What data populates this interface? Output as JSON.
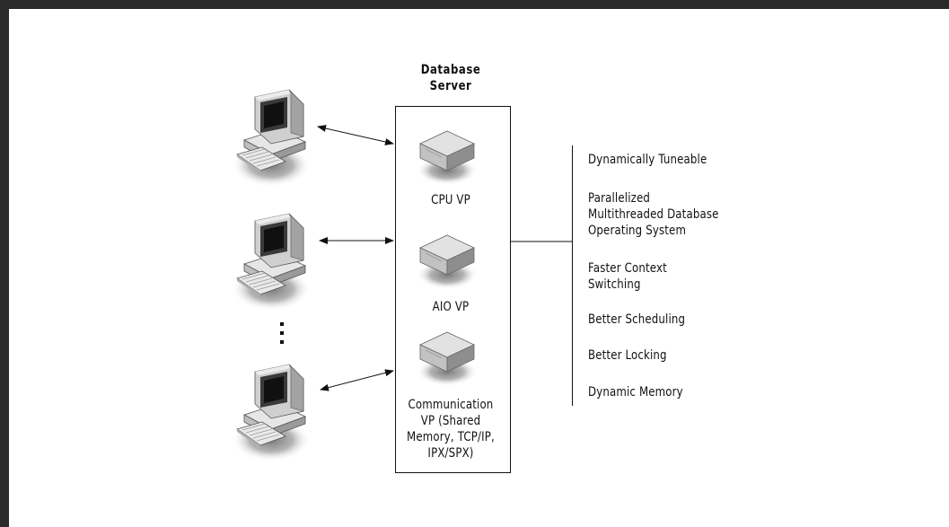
{
  "server": {
    "title": "Database\nServer",
    "vps": [
      {
        "label": "CPU VP",
        "icon": "server-unit-icon"
      },
      {
        "label": "AIO VP",
        "icon": "server-unit-icon"
      },
      {
        "label": "Communication\nVP (Shared\nMemory, TCP/IP,\nIPX/SPX)",
        "icon": "server-unit-icon"
      }
    ]
  },
  "clients": {
    "icon": "desktop-computer-icon",
    "count_shown": 3,
    "ellipsis": "vertical-dots"
  },
  "features": [
    "Dynamically Tuneable",
    "Parallelized\nMultithreaded Database\nOperating System",
    "Faster Context\nSwitching",
    "Better Scheduling",
    "Better Locking",
    "Dynamic Memory"
  ]
}
